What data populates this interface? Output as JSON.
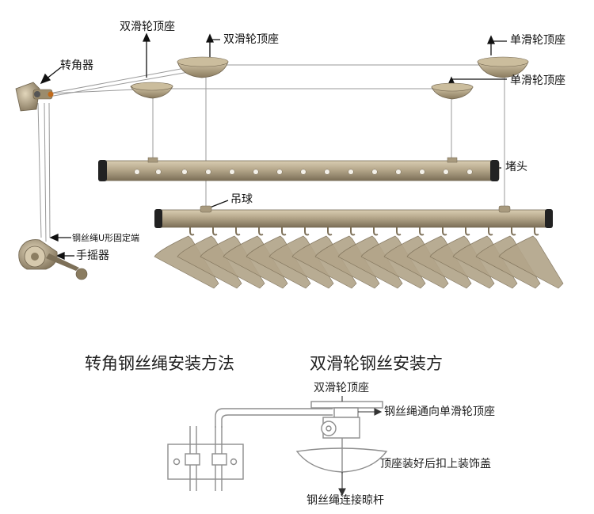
{
  "labels": {
    "double_pulley_left": "双滑轮顶座",
    "double_pulley_right": "双滑轮顶座",
    "single_pulley_top": "单滑轮顶座",
    "single_pulley_second": "单滑轮顶座",
    "corner_device": "转角器",
    "end_cap": "堵头",
    "hanging_ball": "吊球",
    "wire_u_fixed_end": "钢丝绳U形固定端",
    "hand_crank": "手摇器"
  },
  "lower": {
    "corner_title": "转角钢丝绳安装方法",
    "pulley_title": "双滑轮钢丝安装方",
    "pulley_seat": "双滑轮顶座",
    "wire_to_single": "钢丝绳通向单滑轮顶座",
    "cover_note": "顶座装好后扣上装饰盖",
    "wire_to_pole": "钢丝绳连接晾杆"
  },
  "colors": {
    "metal": "#b3a58a",
    "metal_dark": "#7d7058",
    "metal_light": "#d8ccb1",
    "end_cap": "#222222",
    "line": "#555555"
  }
}
